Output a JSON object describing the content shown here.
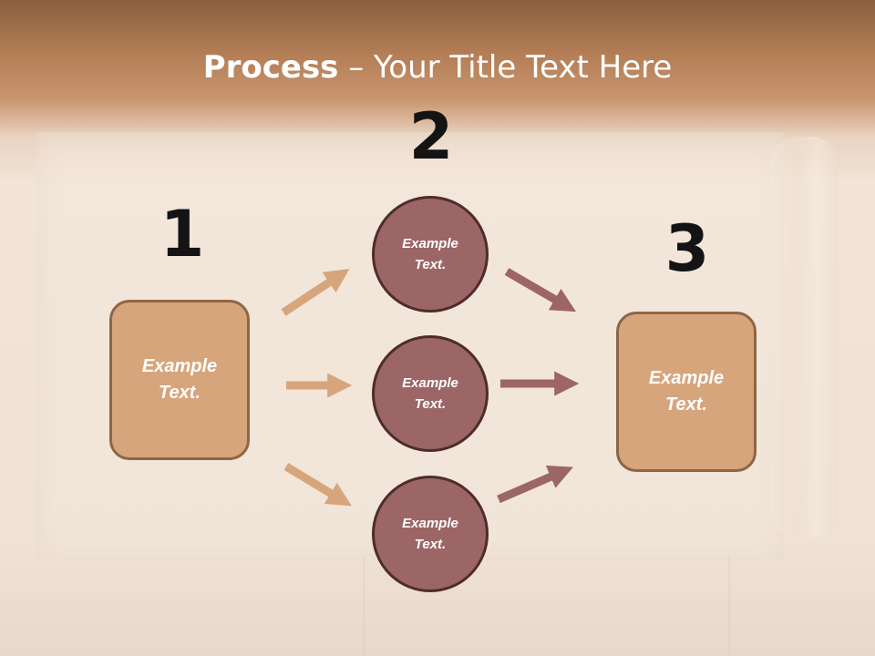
{
  "title": {
    "bold": "Process",
    "rest": " – Your Title Text Here"
  },
  "steps": {
    "one": "1",
    "two": "2",
    "three": "3"
  },
  "left_box": {
    "label": "Example Text."
  },
  "circles": [
    {
      "label": "Example Text."
    },
    {
      "label": "Example Text."
    },
    {
      "label": "Example Text."
    }
  ],
  "right_box": {
    "label": "Example Text."
  },
  "colors": {
    "box_fill": "#d7a57c",
    "box_border": "#8e6645",
    "circle_fill": "#9c6566",
    "circle_border": "#4e2c2c",
    "arrow_tan": "#d7a57c",
    "arrow_mauve": "#9c6566",
    "header_brown": "#b47e56"
  }
}
